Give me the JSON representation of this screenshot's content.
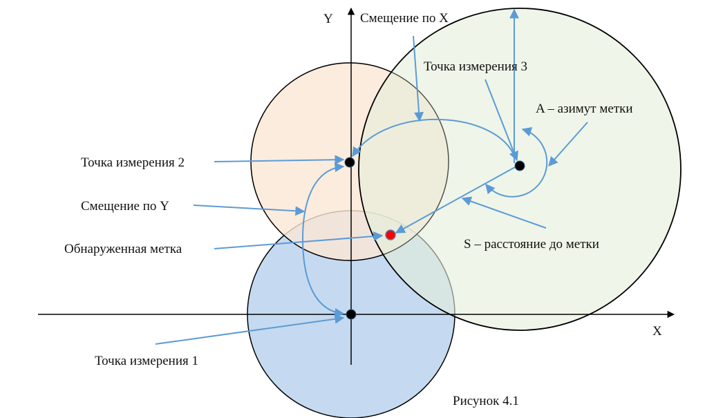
{
  "axes": {
    "x_label": "X",
    "y_label": "Y"
  },
  "labels": {
    "offset_x": "Смещение по X",
    "point3": "Точка измерения 3",
    "azimuth": "A – азимут метки",
    "distance": "S – расстояние до метки",
    "point2": "Точка измерения 2",
    "offset_y": "Смещение по Y",
    "detected_tag": "Обнаруженная метка",
    "point1": "Точка измерения 1"
  },
  "caption": "Рисунок 4.1",
  "colors": {
    "circle1": "#c5daf0",
    "circle2": "#fbe7d6",
    "circle3": "#e4efdb",
    "arrow": "#5b9bd5",
    "tag": "#ff0000"
  }
}
